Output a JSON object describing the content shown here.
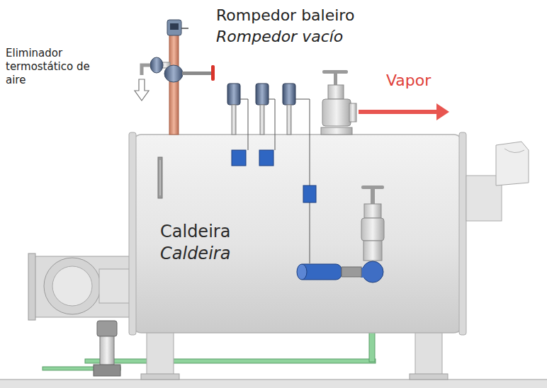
{
  "diagram": {
    "nodes": [
      {
        "text": [
          "Caldeira",
          "Caldeira"
        ]
      }
    ],
    "labels": [
      "Rompedor baleiro",
      "Rompedor vacío",
      "Eliminador termostático de aire",
      "Vapor"
    ]
  }
}
